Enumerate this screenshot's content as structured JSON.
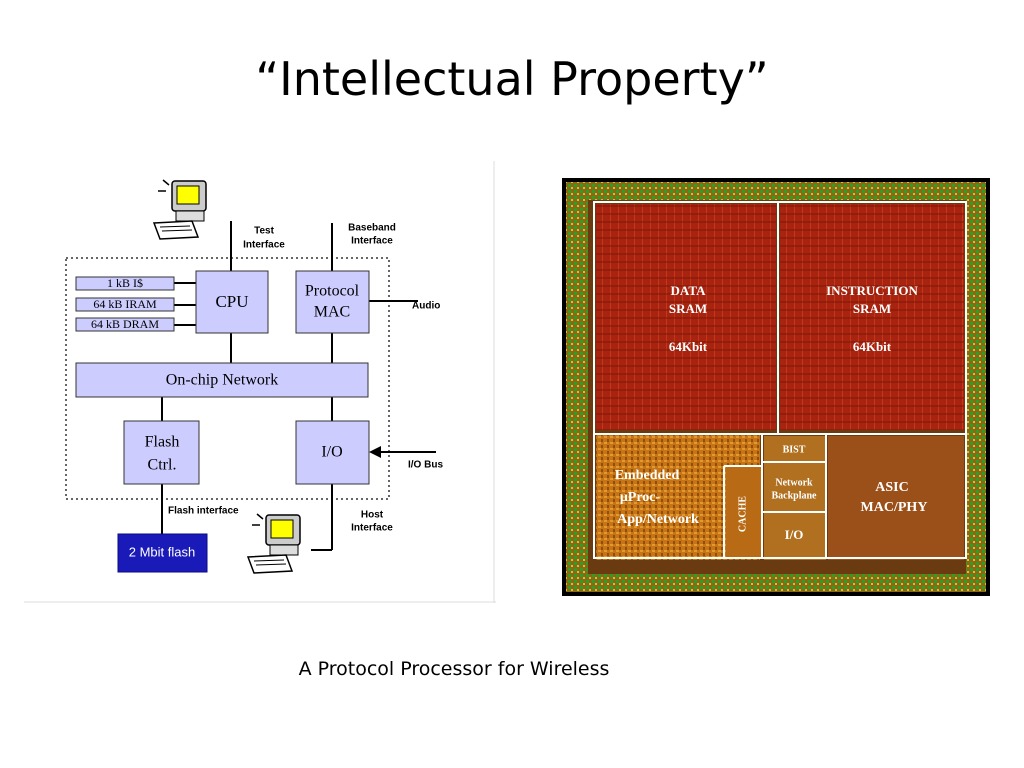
{
  "slide": {
    "title": "“Intellectual Property”",
    "caption": "A Protocol Processor for Wireless"
  },
  "block_diagram": {
    "blocks": {
      "cpu": "CPU",
      "protocol_line1": "Protocol",
      "protocol_line2": "MAC",
      "network": "On-chip Network",
      "flash_line1": "Flash",
      "flash_line2": "Ctrl.",
      "io": "I/O",
      "flash_chip": "2 Mbit flash"
    },
    "memories": [
      "1 kB I$",
      "64 kB IRAM",
      "64 kB DRAM"
    ],
    "labels": {
      "test_line1": "Test",
      "test_line2": "Interface",
      "baseband_line1": "Baseband",
      "baseband_line2": "Interface",
      "audio": "Audio",
      "io_bus": "I/O Bus",
      "flash_interface": "Flash interface",
      "host_line1": "Host",
      "host_line2": "Interface"
    },
    "icons": [
      "computer-terminal-icon",
      "computer-terminal-icon"
    ],
    "colors": {
      "block_fill": "#ccccff",
      "flash_chip_fill": "#1a1ab8"
    }
  },
  "die_photo": {
    "labels": {
      "data_line1": "DATA",
      "data_line2": "SRAM",
      "data_size": "64Kbit",
      "instr_line1": "INSTRUCTION",
      "instr_line2": "SRAM",
      "instr_size": "64Kbit",
      "bist": "BIST",
      "net_line1": "Network",
      "net_line2": "Backplane",
      "cache": "CACHE",
      "io": "I/O",
      "emb_line1": "Embedded",
      "emb_line2": "μProc-",
      "emb_line3": "App/Network",
      "asic_line1": "ASIC",
      "asic_line2": "MAC/PHY"
    },
    "colors": {
      "sram": "#b02a10",
      "logic": "#cc7a10",
      "asic": "#a85a15",
      "outline": "#ffffff"
    }
  }
}
